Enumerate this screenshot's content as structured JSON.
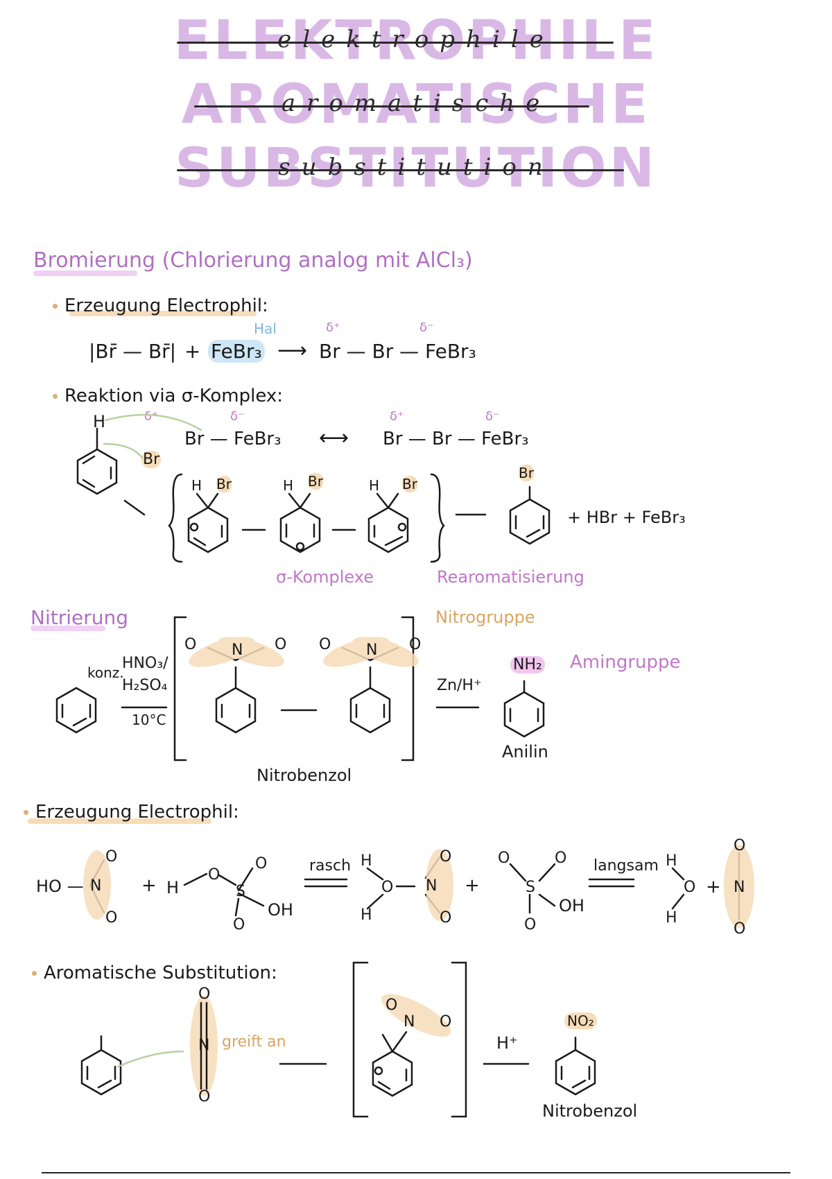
{
  "title": {
    "line1": "ELEKTROPHILE",
    "line2": "AROMATISCHE",
    "line3": "SUBSTITUTION",
    "script1": "elektrophile",
    "script2": "aromatische",
    "script3": "substitution"
  },
  "bromierung": {
    "heading": "Bromierung (Chlorierung analog mit AlCl₃)",
    "step1": "Erzeugung Electrophil:",
    "eq1_left": "|Br̄ — Br̄|",
    "plus": "+",
    "febr3": "FeBr₃",
    "hal": "Hal",
    "arrow": "⟶",
    "product": "Br — Br — FeBr₃",
    "delta_plus": "δ⁺",
    "delta_minus": "δ⁻",
    "step2": "Reaktion via σ-Komplex:",
    "complex_left": "Br — FeBr₃",
    "complex_right": "Br — Br — FeBr₃",
    "h": "H",
    "br": "Br",
    "sigma_label": "σ-Komplexe",
    "rearom_label": "Rearomatisierung",
    "products_tail": "+ HBr  + FeBr₃"
  },
  "nitrierung": {
    "heading": "Nitrierung",
    "konz": "konz.",
    "reagent1": "HNO₃/",
    "reagent2": "H₂SO₄",
    "temp": "10°C",
    "nitrogruppe": "Nitrogruppe",
    "reduction": "Zn/H⁺",
    "nh2": "NH₂",
    "amingruppe": "Amingruppe",
    "anilin": "Anilin",
    "nitrobenzol": "Nitrobenzol"
  },
  "erzeugung2": {
    "heading": "Erzeugung Electrophil:",
    "ho": "HO —",
    "h_left": "H",
    "oh": "OH",
    "rasch": "rasch",
    "langsam": "langsam",
    "plus": "+"
  },
  "aromatische": {
    "heading": "Aromatische Substitution:",
    "greift": "greift an",
    "hplus": "H⁺",
    "no2": "NO₂",
    "nitrobenzol": "Nitrobenzol"
  }
}
